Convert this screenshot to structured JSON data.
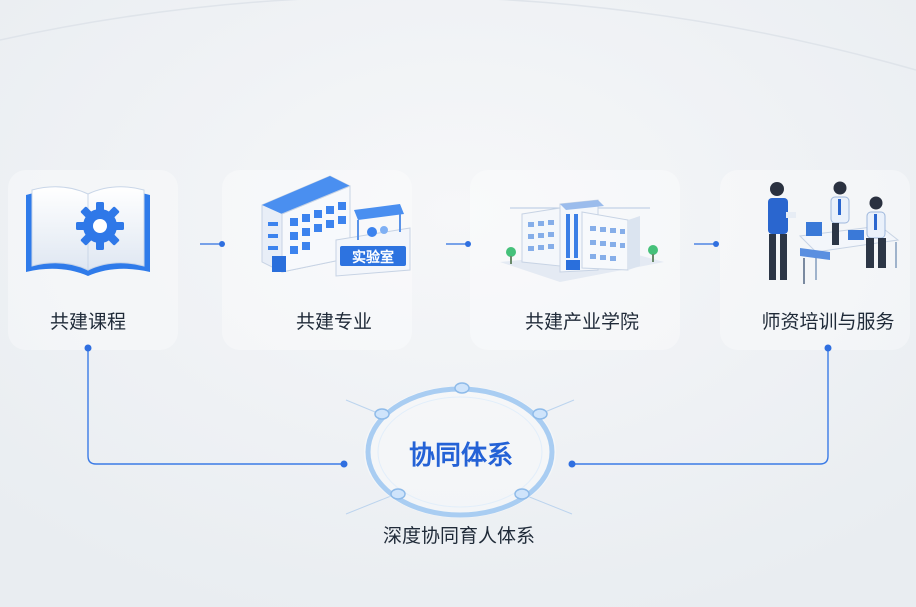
{
  "items": [
    {
      "label": "共建课程",
      "icon": "book-gear-icon"
    },
    {
      "label": "共建专业",
      "icon": "lab-building-icon",
      "sign": "实验室"
    },
    {
      "label": "共建产业学院",
      "icon": "campus-building-icon"
    },
    {
      "label": "师资培训与服务",
      "icon": "team-meeting-icon"
    }
  ],
  "center": {
    "title": "协同体系",
    "subtitle": "深度协同育人体系"
  },
  "colors": {
    "accent": "#2f6fe0",
    "title": "#2462d6",
    "ring": "#a9cdf2",
    "text": "#1f2a38",
    "background": "#eef1f4"
  }
}
